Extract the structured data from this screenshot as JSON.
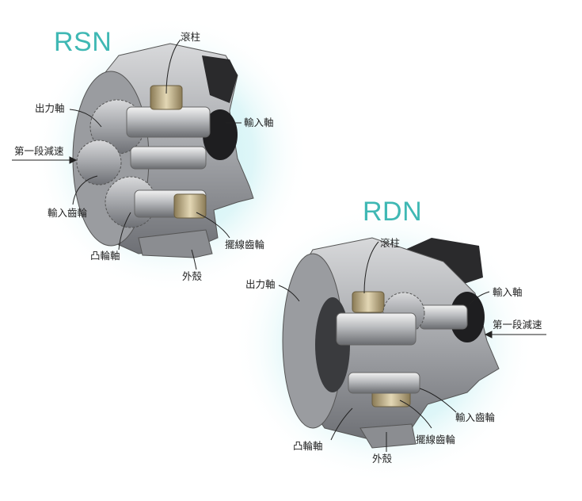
{
  "colors": {
    "title": "#3fb8b4",
    "glow": "#bdeef2",
    "leader": "#222222"
  },
  "rsn": {
    "title": "RSN",
    "labels": {
      "roller": "滾柱",
      "output_shaft": "出力軸",
      "input_shaft": "輸入軸",
      "first_stage": "第一段減速",
      "input_gear": "輸入齒輪",
      "cam_shaft": "凸輪軸",
      "cycloid_gear": "擺線齒輪",
      "housing": "外殼"
    }
  },
  "rdn": {
    "title": "RDN",
    "labels": {
      "roller": "滾柱",
      "output_shaft": "出力軸",
      "input_shaft": "輸入軸",
      "first_stage": "第一段減速",
      "input_gear": "輸入齒輪",
      "cam_shaft": "凸輪軸",
      "cycloid_gear": "擺線齒輪",
      "housing": "外殼"
    }
  }
}
